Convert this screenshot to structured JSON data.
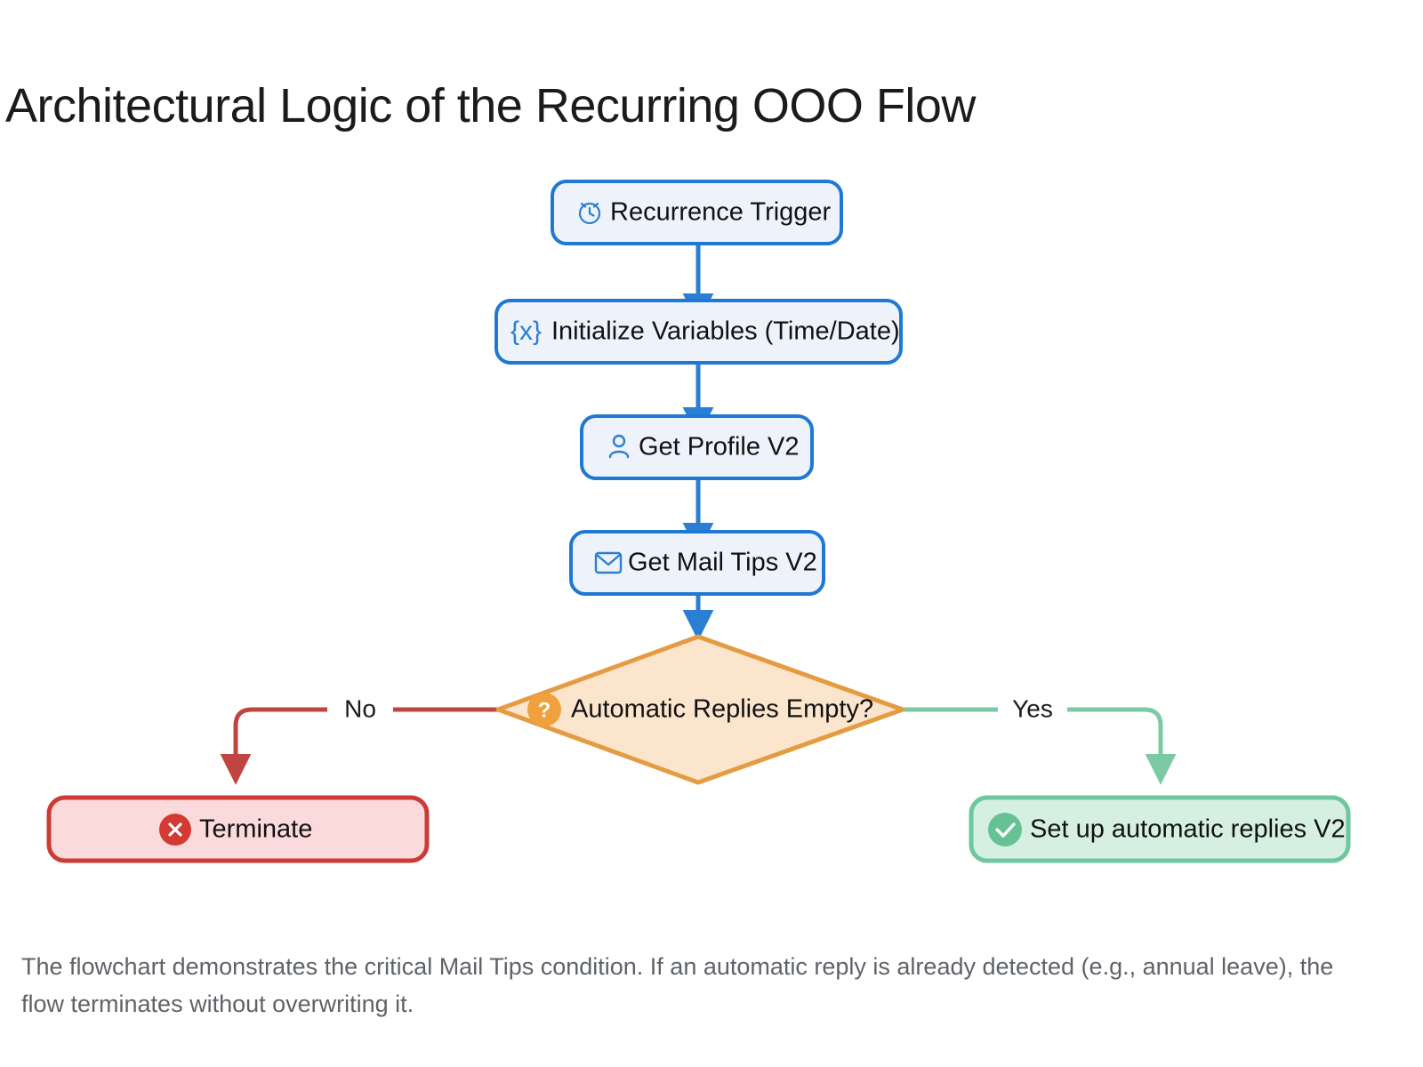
{
  "page": {
    "title": "Architectural Logic of the Recurring OOO Flow",
    "background_color": "#ffffff",
    "title_color": "#1b1b1b"
  },
  "caption": {
    "text": "The flowchart demonstrates the critical Mail Tips condition. If an automatic reply is already detected (e.g., annual leave), the flow terminates without overwriting it.",
    "color": "#5f6368"
  },
  "diagram": {
    "type": "flowchart",
    "orientation": "top-to-bottom",
    "palette": {
      "process_border": "#1f78d1",
      "process_fill": "#eef3fb",
      "decision_border": "#e59b42",
      "decision_fill": "#fce5cd",
      "decision_badge": "#f0a03c",
      "terminate_border": "#cc3b36",
      "terminate_fill": "#fadadb",
      "terminate_badge": "#d33a33",
      "success_border": "#6ec79e",
      "success_fill": "#d5f0e0",
      "success_badge": "#66c295",
      "edge_blue": "#2a7fd4",
      "edge_red": "#c0443f",
      "edge_green": "#7cc9a6"
    },
    "nodes": [
      {
        "id": "recurrence-trigger",
        "label": "Recurrence Trigger",
        "icon": "alarm-clock-icon",
        "shape": "rounded-rect",
        "style": "process"
      },
      {
        "id": "initialize-variables",
        "label": "Initialize Variables (Time/Date)",
        "icon": "variable-braces-icon",
        "icon_text": "{x}",
        "shape": "rounded-rect",
        "style": "process"
      },
      {
        "id": "get-profile-v2",
        "label": "Get Profile V2",
        "icon": "person-icon",
        "shape": "rounded-rect",
        "style": "process"
      },
      {
        "id": "get-mail-tips-v2",
        "label": "Get Mail Tips V2",
        "icon": "envelope-icon",
        "shape": "rounded-rect",
        "style": "process"
      },
      {
        "id": "automatic-replies-empty",
        "label": "Automatic Replies Empty?",
        "icon": "question-badge-icon",
        "icon_text": "?",
        "shape": "diamond",
        "style": "decision"
      },
      {
        "id": "terminate",
        "label": "Terminate",
        "icon": "error-x-badge-icon",
        "icon_text": "✕",
        "shape": "rounded-rect",
        "style": "terminate"
      },
      {
        "id": "set-up-automatic-replies-v2",
        "label": "Set up automatic replies V2",
        "icon": "check-badge-icon",
        "icon_text": "✓",
        "shape": "rounded-rect",
        "style": "success"
      }
    ],
    "edges": [
      {
        "id": "e1",
        "from": "recurrence-trigger",
        "to": "initialize-variables",
        "label": "",
        "color": "#2a7fd4"
      },
      {
        "id": "e2",
        "from": "initialize-variables",
        "to": "get-profile-v2",
        "label": "",
        "color": "#2a7fd4"
      },
      {
        "id": "e3",
        "from": "get-profile-v2",
        "to": "get-mail-tips-v2",
        "label": "",
        "color": "#2a7fd4"
      },
      {
        "id": "e4",
        "from": "get-mail-tips-v2",
        "to": "automatic-replies-empty",
        "label": "",
        "color": "#2a7fd4"
      },
      {
        "id": "e5",
        "from": "automatic-replies-empty",
        "to": "terminate",
        "label": "No",
        "color": "#c0443f"
      },
      {
        "id": "e6",
        "from": "automatic-replies-empty",
        "to": "set-up-automatic-replies-v2",
        "label": "Yes",
        "color": "#7cc9a6"
      }
    ]
  }
}
